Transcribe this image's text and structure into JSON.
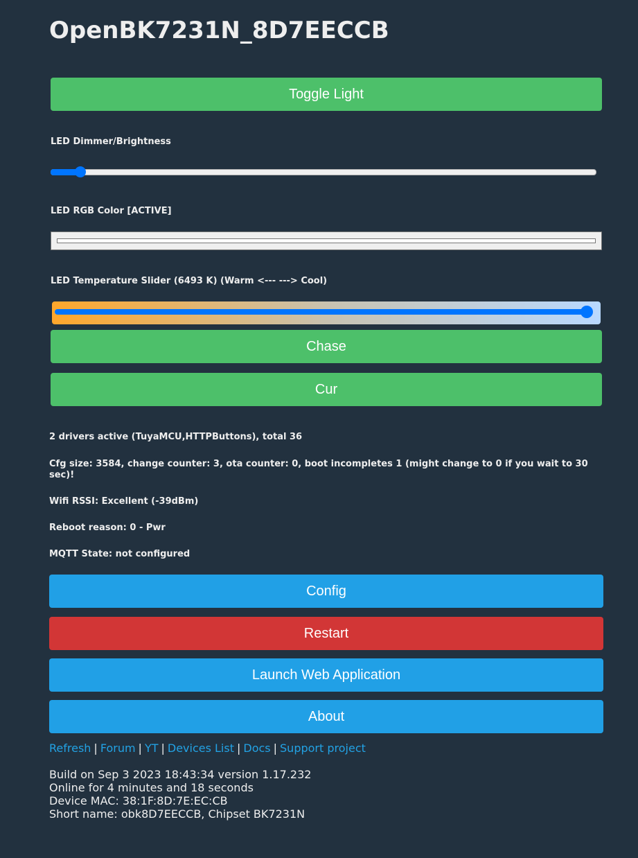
{
  "title": "OpenBK7231N_8D7EECCB",
  "buttons": {
    "toggle_light": "Toggle Light",
    "chase": "Chase",
    "cur": "Cur",
    "config": "Config",
    "restart": "Restart",
    "launch_web_app": "Launch Web Application",
    "about": "About"
  },
  "dimmer": {
    "label": "LED Dimmer/Brightness",
    "value_fraction": 0.055
  },
  "rgb": {
    "label": "LED RGB Color [ACTIVE]",
    "color": "#ffffff"
  },
  "temperature": {
    "label": "LED Temperature Slider (6493 K) (Warm <--- ---> Cool)",
    "value_fraction": 0.99
  },
  "info": {
    "drivers": "2 drivers active (TuyaMCU,HTTPButtons), total 36",
    "cfg": "Cfg size: 3584, change counter: 3, ota counter: 0, boot incompletes 1 (might change to 0 if you wait to 30 sec)!",
    "wifi": "Wifi RSSI: Excellent (-39dBm)",
    "reboot": "Reboot reason: 0 - Pwr",
    "mqtt": "MQTT State: not configured"
  },
  "links": {
    "refresh": "Refresh",
    "forum": "Forum",
    "yt": "YT",
    "devices_list": "Devices List",
    "docs": "Docs",
    "support": "Support project",
    "separator": "|"
  },
  "footer": {
    "build": "Build on Sep 3 2023 18:43:34 version 1.17.232",
    "online": "Online for 4 minutes and 18 seconds",
    "mac": "Device MAC: 38:1F:8D:7E:EC:CB",
    "short_name": "Short name: obk8D7EECCB, Chipset BK7231N"
  },
  "colors": {
    "background": "#22313f",
    "green": "#4dc06a",
    "blue": "#21a0e6",
    "red": "#d23636",
    "link": "#22a2e4",
    "slider": "#0075ff"
  }
}
